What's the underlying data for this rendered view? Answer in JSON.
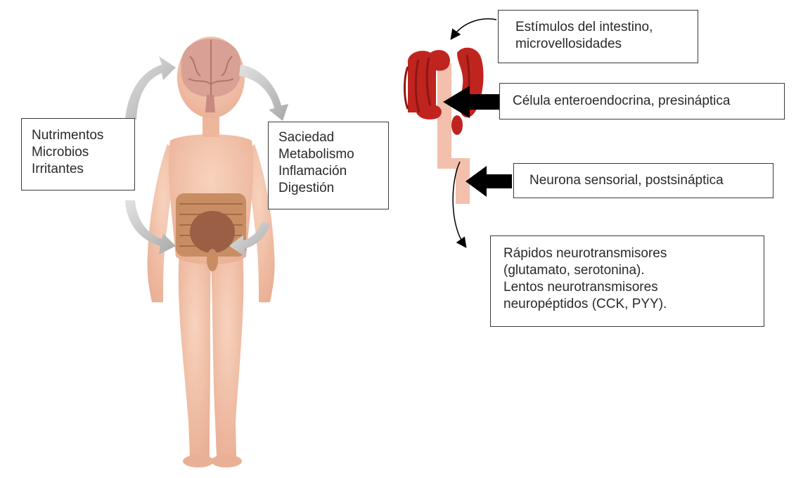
{
  "left_panel": {
    "inputs_box": {
      "lines": [
        "Nutrimentos",
        "Microbios",
        "Irritantes"
      ]
    },
    "effects_box": {
      "lines": [
        "Saciedad",
        "Metabolismo",
        "Inflamación",
        "Digestión"
      ]
    }
  },
  "right_panel": {
    "stimuli_box": {
      "lines": [
        "Estímulos del intestino,",
        "microvellosidades"
      ]
    },
    "enteroendocrine_label": "Célula enteroendocrina, presináptica",
    "sensory_neuron_label": "Neurona sensorial, postsináptica",
    "neurotransmitters_box": {
      "lines": [
        "Rápidos neurotransmisores",
        "(glutamato, serotonina).",
        "Lentos neurotransmisores",
        "neuropéptidos (CCK, PYY)."
      ]
    }
  },
  "colors": {
    "skin": "#f3c2a8",
    "brain": "#d9a095",
    "intestine": "#b97a55",
    "colon": "#c0241f",
    "cycle_arrow": "#c8c8c8",
    "pointer_arrow": "#000000"
  }
}
